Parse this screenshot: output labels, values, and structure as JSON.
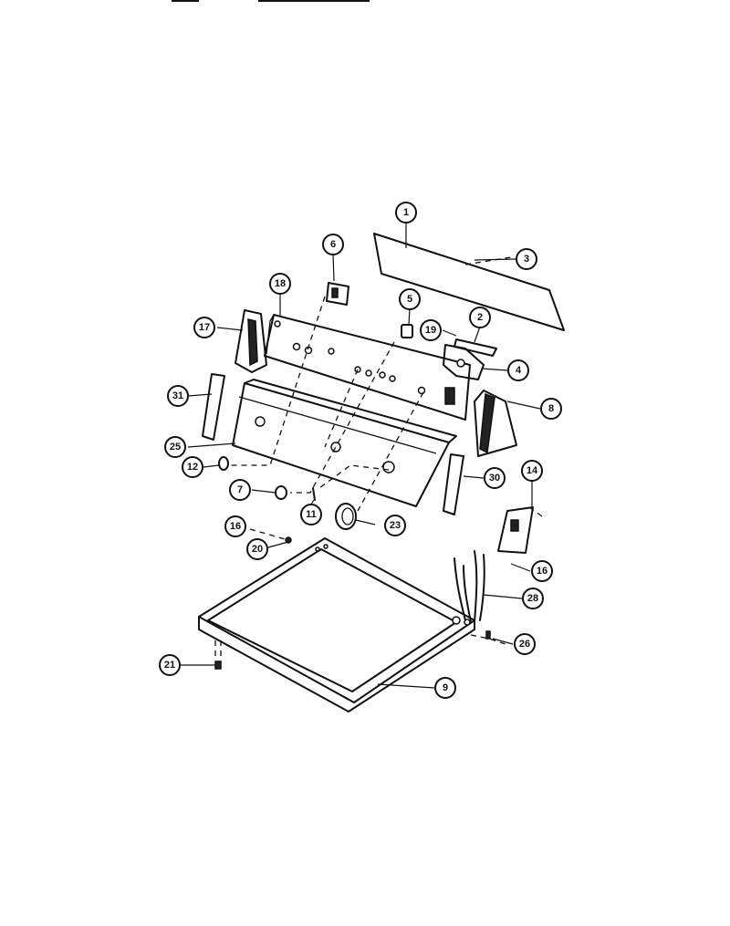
{
  "callouts": [
    {
      "label": "1"
    },
    {
      "label": "3"
    },
    {
      "label": "6"
    },
    {
      "label": "18"
    },
    {
      "label": "5"
    },
    {
      "label": "2"
    },
    {
      "label": "17"
    },
    {
      "label": "19"
    },
    {
      "label": "4"
    },
    {
      "label": "8"
    },
    {
      "label": "31"
    },
    {
      "label": "25"
    },
    {
      "label": "12"
    },
    {
      "label": "30"
    },
    {
      "label": "7"
    },
    {
      "label": "11"
    },
    {
      "label": "23"
    },
    {
      "label": "14"
    },
    {
      "label": "16"
    },
    {
      "label": "20"
    },
    {
      "label": "16"
    },
    {
      "label": "26"
    },
    {
      "label": "21"
    },
    {
      "label": "9"
    },
    {
      "label": "28"
    }
  ]
}
